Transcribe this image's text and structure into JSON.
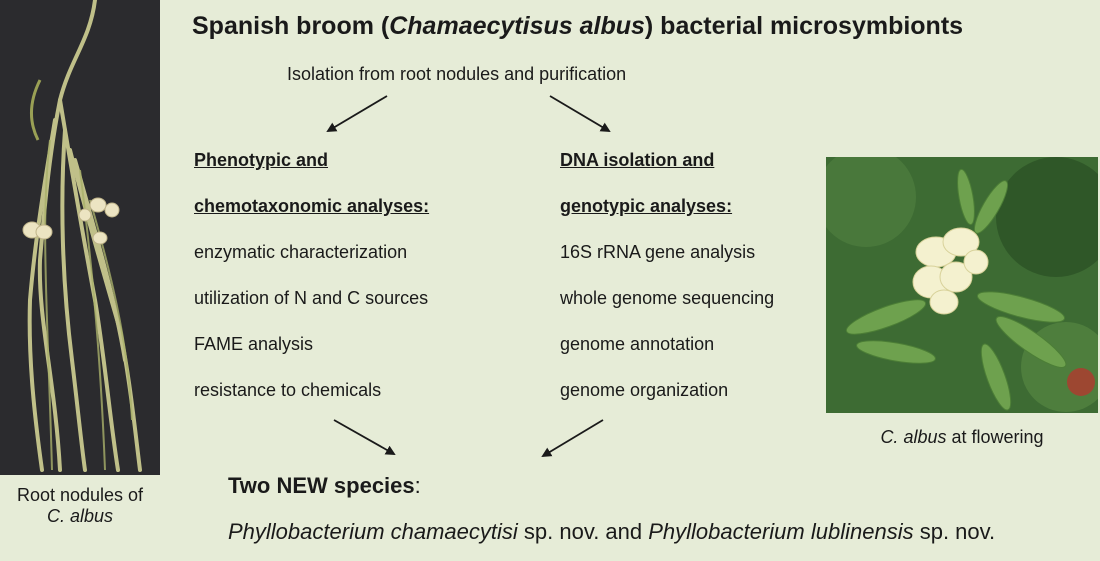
{
  "title": {
    "prefix": "Spanish broom (",
    "italic": "Chamaecytisus albus",
    "suffix": ") bacterial microsymbionts"
  },
  "subtitle": "Isolation from root nodules and purification",
  "left_column": {
    "heading_line1": "Phenotypic and",
    "heading_line2": "chemotaxonomic analyses:",
    "items": [
      "enzymatic characterization",
      "utilization of N and C sources",
      "FAME analysis",
      "resistance to chemicals"
    ]
  },
  "right_column": {
    "heading_line1": "DNA isolation and",
    "heading_line2": "genotypic analyses:",
    "items": [
      "16S rRNA gene analysis",
      "whole genome sequencing",
      "genome annotation",
      "genome organization"
    ]
  },
  "left_photo_caption": {
    "line1": "Root nodules of",
    "line2": "C. albus"
  },
  "right_photo_caption": {
    "italic": "C. albus",
    "rest": " at flowering"
  },
  "result": {
    "title_bold": "Two NEW species",
    "title_rest": ":",
    "species1": "Phyllobacterium chamaecytisi",
    "connector": " sp. nov. and ",
    "species2": "Phyllobacterium lublinensis",
    "suffix": " sp. nov."
  },
  "colors": {
    "background": "#e6ecd7",
    "text": "#1a1a1a",
    "arrow": "#1a1a1a"
  }
}
